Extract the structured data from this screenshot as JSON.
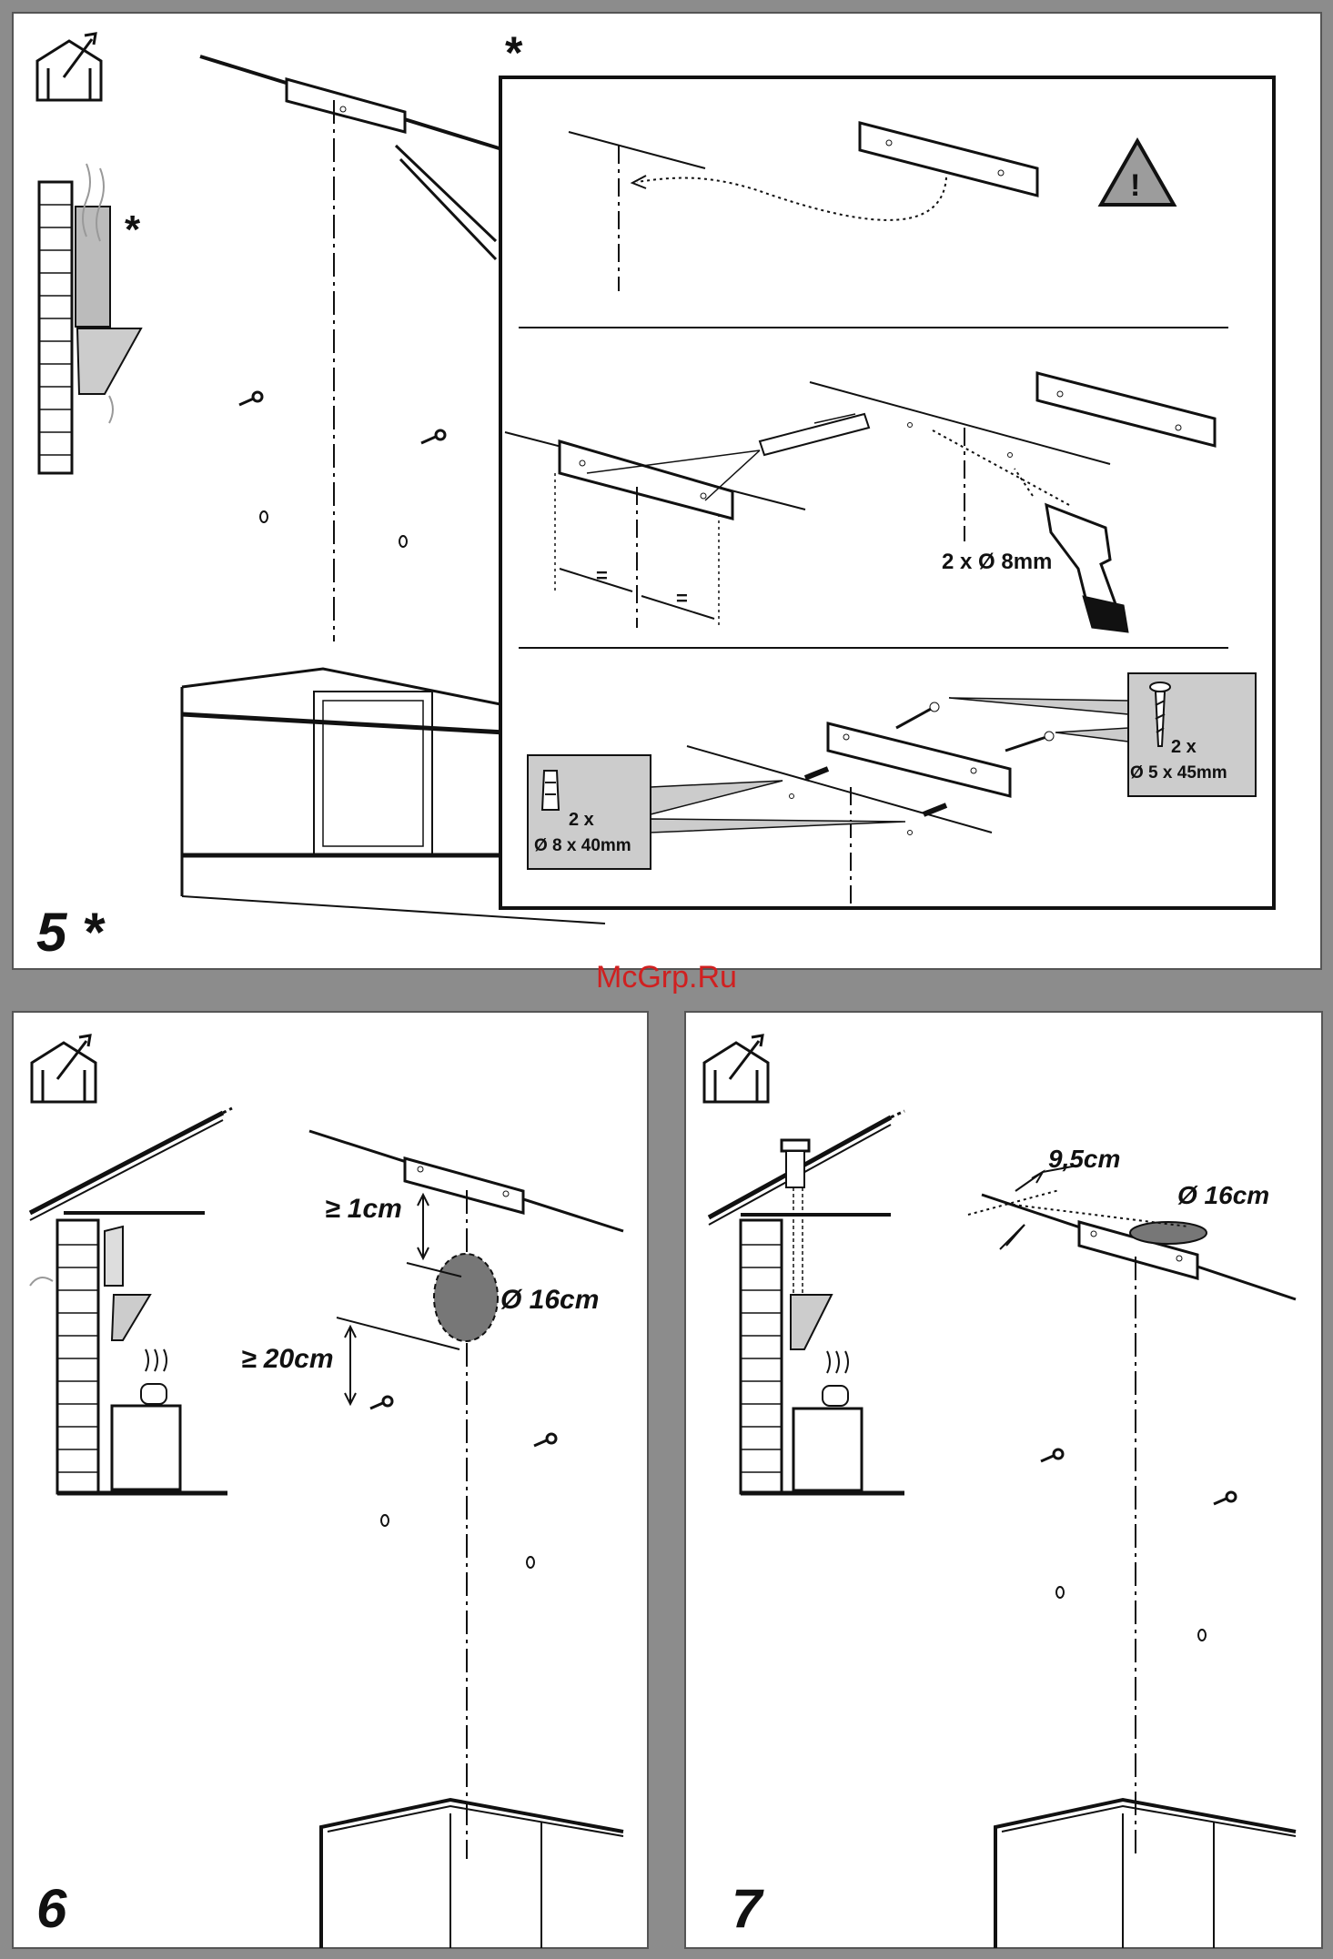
{
  "watermark": "McGrp.Ru",
  "panel5": {
    "step": "5 *",
    "star": "*",
    "detail_star": "*",
    "drill_label": "2 x Ø 8mm",
    "equal_left": "=",
    "equal_right": "=",
    "plug_qty": "2 x",
    "plug_size": "Ø 8 x 40mm",
    "screw_qty": "2 x",
    "screw_size": "Ø 5 x 45mm",
    "warning": "!"
  },
  "panel6": {
    "step": "6",
    "gap_top": "≥ 1cm",
    "gap_bottom": "≥ 20cm",
    "hole": "Ø 16cm"
  },
  "panel7": {
    "step": "7",
    "offset": "9,5cm",
    "hole": "Ø 16cm"
  }
}
